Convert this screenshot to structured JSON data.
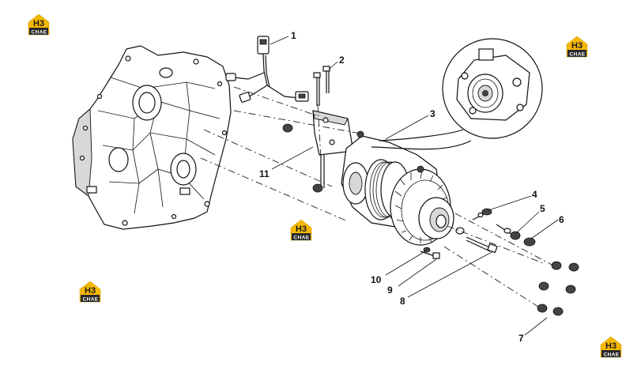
{
  "callouts": [
    "1",
    "2",
    "3",
    "4",
    "5",
    "6",
    "7",
    "8",
    "9",
    "10",
    "11"
  ],
  "watermark": {
    "mark": "H3",
    "text": "CHAE",
    "accent": "#f5b800"
  },
  "colors": {
    "ink": "#111111",
    "background": "#ffffff"
  }
}
